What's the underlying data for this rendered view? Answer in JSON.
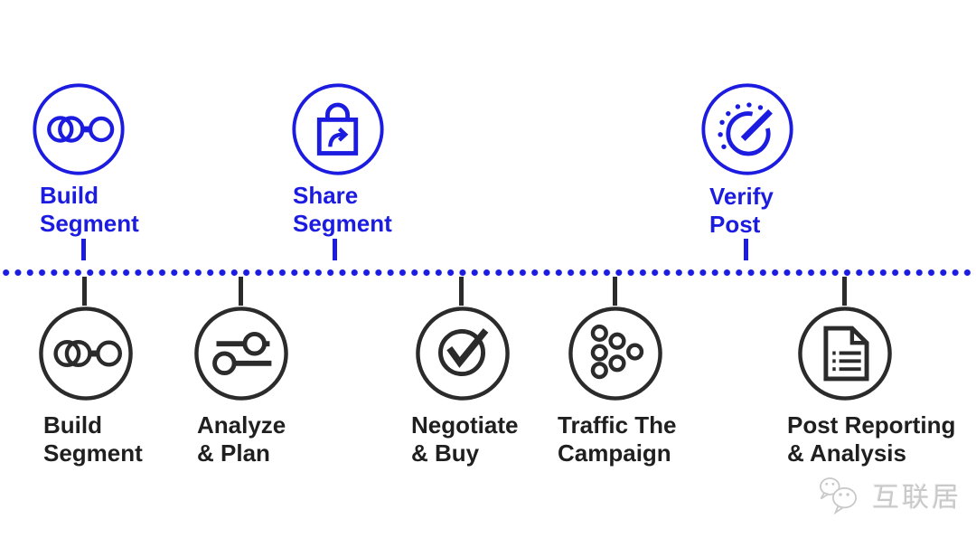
{
  "colors": {
    "background": "#ffffff",
    "accent-blue": "#1c1ce0",
    "icon-dark": "#2b2b2b",
    "text-dark": "#1f1f1f",
    "watermark-gray": "#c9c9c9"
  },
  "top_track": {
    "stages": [
      {
        "line1": "Build",
        "line2": "Segment",
        "icon": "segment-icon"
      },
      {
        "line1": "Share",
        "line2": "Segment",
        "icon": "share-lock-icon"
      },
      {
        "line1": "Verify",
        "line2": "Post",
        "icon": "gauge-icon"
      }
    ]
  },
  "bottom_track": {
    "stages": [
      {
        "line1": "Build",
        "line2": "Segment",
        "icon": "segment-icon"
      },
      {
        "line1": "Analyze",
        "line2": "& Plan",
        "icon": "sliders-icon"
      },
      {
        "line1": "Negotiate",
        "line2": "& Buy",
        "icon": "check-circle-icon"
      },
      {
        "line1": "Traffic The",
        "line2": "Campaign",
        "icon": "dots-cluster-icon"
      },
      {
        "line1": "Post Reporting",
        "line2": "& Analysis",
        "icon": "report-document-icon"
      }
    ]
  },
  "watermark": {
    "text": "互联居",
    "icon": "wechat-icon"
  }
}
